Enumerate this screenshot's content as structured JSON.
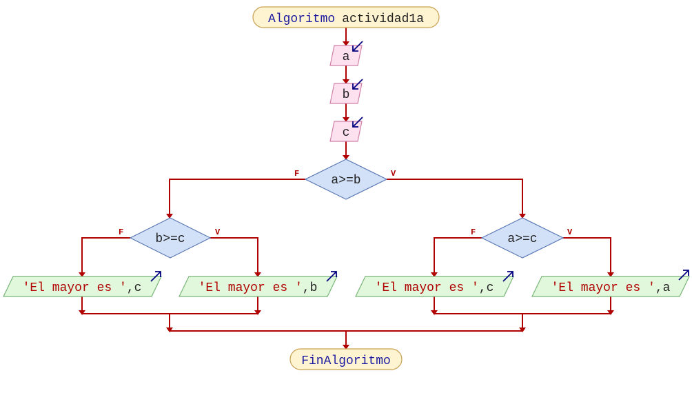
{
  "diagram": {
    "start": {
      "kw": "Algoritmo",
      "name": "actividad1a"
    },
    "inputs": [
      "a",
      "b",
      "c"
    ],
    "decisions": {
      "main": {
        "cond": "a>=b",
        "false_label": "F",
        "true_label": "V"
      },
      "left": {
        "cond": "b>=c",
        "false_label": "F",
        "true_label": "V"
      },
      "right": {
        "cond": "a>=c",
        "false_label": "F",
        "true_label": "V"
      }
    },
    "outputs": [
      {
        "str": "'El mayor es '",
        "sep": ",",
        "var": "c"
      },
      {
        "str": "'El mayor es '",
        "sep": ",",
        "var": "b"
      },
      {
        "str": "'El mayor es '",
        "sep": ",",
        "var": "c"
      },
      {
        "str": "'El mayor es '",
        "sep": ",",
        "var": "a"
      }
    ],
    "end": "FinAlgoritmo",
    "colors": {
      "flow": "#b00000",
      "terminal_fill": "#fff4d2",
      "terminal_stroke": "#c8a050",
      "input_fill": "#fde1ef",
      "input_stroke": "#d080a8",
      "decision_fill": "#d2e1f8",
      "decision_stroke": "#5a78b4",
      "output_fill": "#e1f8dc",
      "output_stroke": "#78b478",
      "keyword": "#1c1ca0",
      "string": "#b00000",
      "io_arrow": "#000080"
    }
  }
}
